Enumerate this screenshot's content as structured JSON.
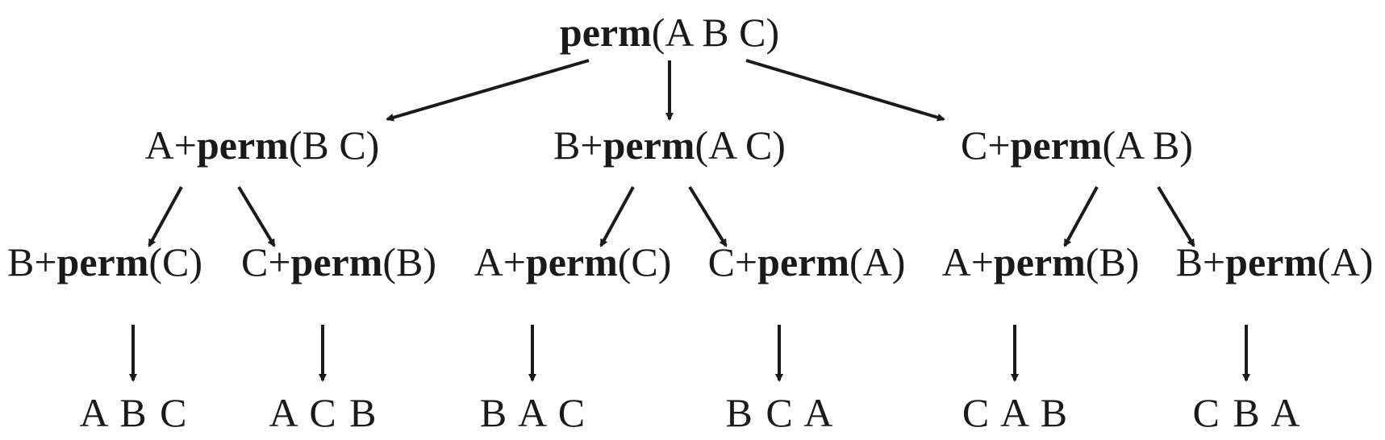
{
  "root": {
    "prefix": "",
    "fn": "perm",
    "args": "(A B C)"
  },
  "level1": [
    {
      "prefix": "A+",
      "fn": "perm",
      "args": "(B C)"
    },
    {
      "prefix": "B+",
      "fn": "perm",
      "args": "(A C)"
    },
    {
      "prefix": "C+",
      "fn": "perm",
      "args": "(A B)"
    }
  ],
  "level2": [
    {
      "prefix": "B+",
      "fn": "perm",
      "args": "(C)"
    },
    {
      "prefix": "C+",
      "fn": "perm",
      "args": "(B)"
    },
    {
      "prefix": "A+",
      "fn": "perm",
      "args": "(C)"
    },
    {
      "prefix": "C+",
      "fn": "perm",
      "args": "(A)"
    },
    {
      "prefix": "A+",
      "fn": "perm",
      "args": "(B)"
    },
    {
      "prefix": "B+",
      "fn": "perm",
      "args": "(A)"
    }
  ],
  "leaves": [
    "A B C",
    "A C B",
    "B A C",
    "B C A",
    "C A B",
    "C B A"
  ]
}
